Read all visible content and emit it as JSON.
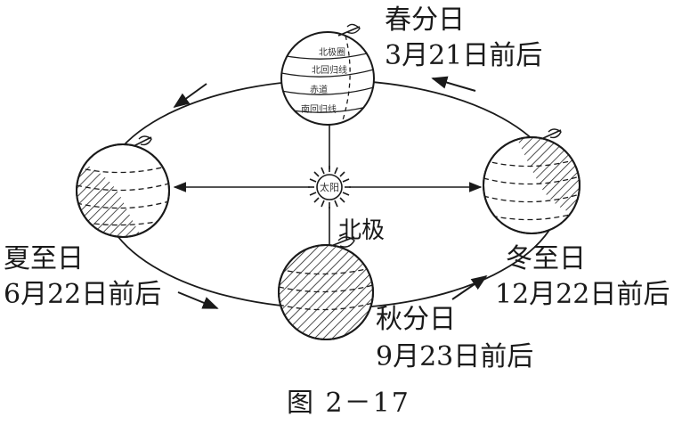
{
  "labels": {
    "spring": {
      "name": "春分日",
      "date": "3月21日前后"
    },
    "summer": {
      "name": "夏至日",
      "date": "6月22日前后"
    },
    "autumn": {
      "name": "秋分日",
      "date": "9月23日前后"
    },
    "winter": {
      "name": "冬至日",
      "date": "12月22日前后"
    },
    "north_pole": "北极",
    "sun": "太阳"
  },
  "globe_lines": [
    "北极圈",
    "北回归线",
    "赤道",
    "南回归线"
  ],
  "caption": "图 2－17"
}
